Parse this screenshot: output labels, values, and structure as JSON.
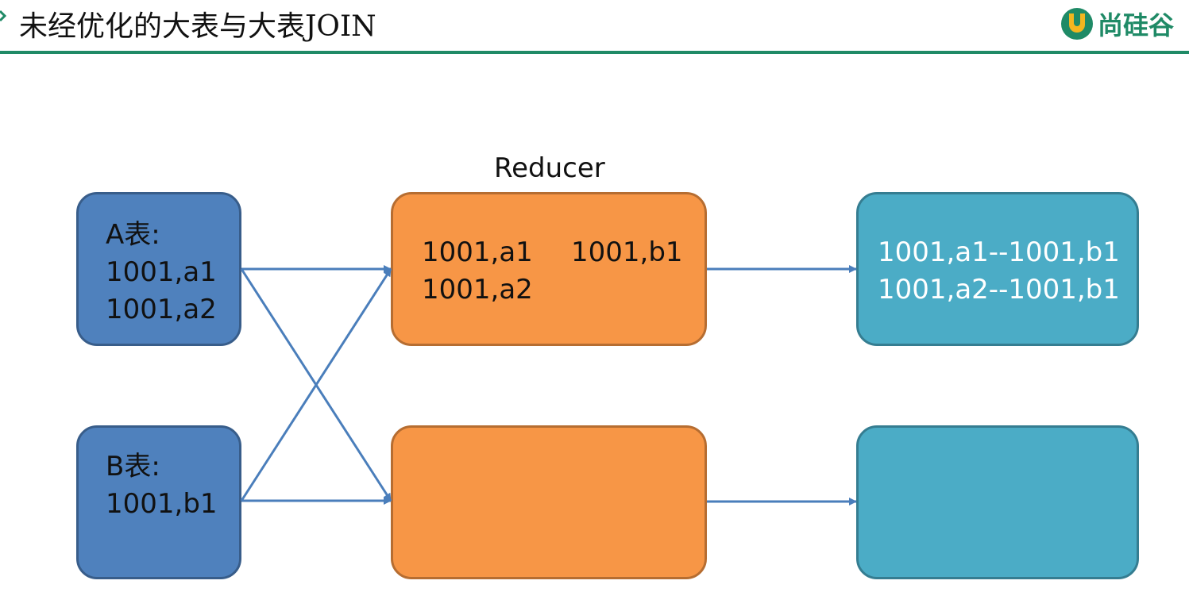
{
  "title": "未经优化的大表与大表JOIN",
  "logo": {
    "text": "尚硅谷"
  },
  "reducer_label": "Reducer",
  "table_a": {
    "label": "A表:",
    "rows": [
      "1001,a1",
      "1001,a2"
    ]
  },
  "table_b": {
    "label": "B表:",
    "rows": [
      "1001,b1"
    ]
  },
  "reducer_1": {
    "col_a": [
      "1001,a1",
      "1001,a2"
    ],
    "col_b": [
      "1001,b1"
    ]
  },
  "output_1": {
    "rows": [
      "1001,a1--1001,b1",
      "1001,a2--1001,b1"
    ]
  },
  "colors": {
    "accent": "#1f8a66",
    "table": "#4f81bd",
    "reducer": "#f79646",
    "output": "#4bacc6",
    "arrow": "#4a7ebb"
  }
}
